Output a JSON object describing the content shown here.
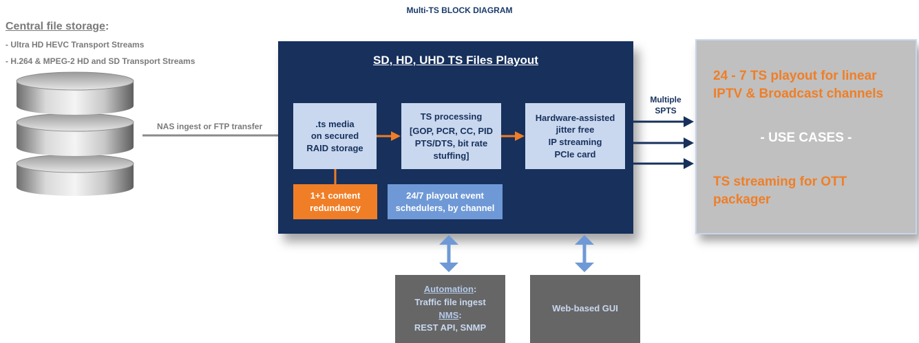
{
  "diagram_title": "Multi-TS BLOCK DIAGRAM",
  "storage": {
    "title": "Central file storage",
    "title_suffix": ":",
    "lines": [
      "- Ultra HD HEVC Transport Streams",
      "- H.264 & MPEG-2 HD and SD Transport Streams"
    ]
  },
  "ingest_label": "NAS ingest or FTP transfer",
  "main_panel": {
    "title": "SD, HD, UHD TS Files Playout",
    "media_box": [
      ".ts media",
      "on secured",
      "RAID storage"
    ],
    "processing_box": [
      "TS processing",
      "[GOP, PCR, CC, PID",
      "PTS/DTS, bit rate",
      "stuffing]"
    ],
    "hardware_box": [
      "Hardware-assisted",
      "jitter free",
      "IP streaming",
      "PCIe card"
    ],
    "redundancy_box": [
      "1+1 content",
      "redundancy"
    ],
    "scheduler_box": [
      "24/7 playout event",
      "schedulers, by channel"
    ]
  },
  "output_label": [
    "Multiple",
    "SPTS"
  ],
  "use_cases": {
    "line1": "24 - 7 TS playout for linear",
    "line2": "IPTV & Broadcast channels",
    "heading": "- USE CASES -",
    "line3": "TS streaming for OTT",
    "line4": "packager"
  },
  "automation_box": {
    "automation_title": "Automation",
    "automation_suffix": ":",
    "automation_text": "Traffic file ingest",
    "nms_title": "NMS",
    "nms_suffix": ":",
    "nms_text": "REST API, SNMP"
  },
  "gui_box": "Web-based GUI",
  "colors": {
    "navy": "#17305c",
    "light_blue": "#c9d8ef",
    "orange": "#f07e26",
    "mid_blue": "#6f99d6",
    "grey_text": "#7a7a7a",
    "panel_grey": "#c0c0c0",
    "dark_grey": "#666666"
  }
}
